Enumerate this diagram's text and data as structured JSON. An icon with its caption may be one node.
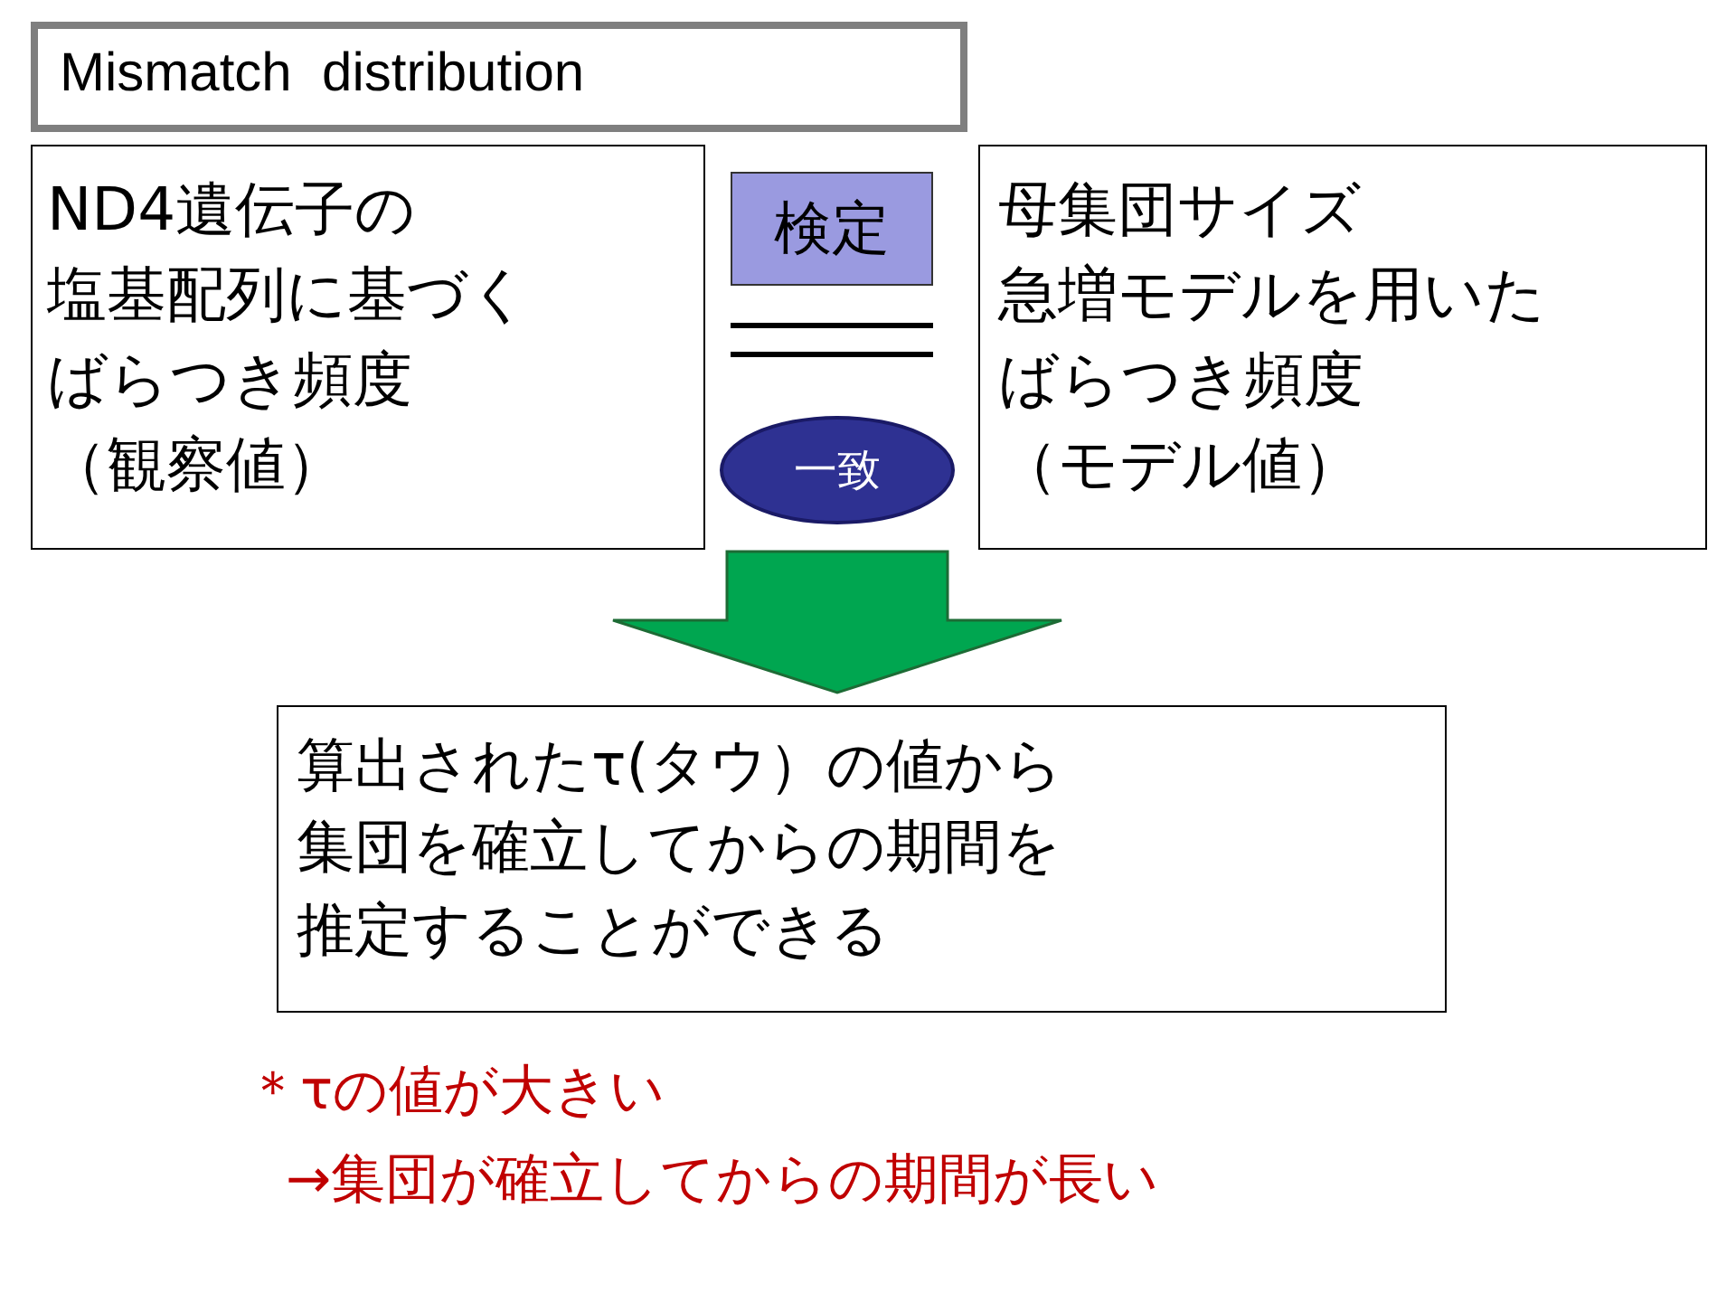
{
  "diagram": {
    "title": "Mismatch  distribution",
    "nodes": [
      {
        "text": [
          "ND4遺伝子の塩基配列に基づくばらつき頻度（観察値）"
        ]
      },
      {
        "text": [
          "検定"
        ]
      },
      {
        "text": [
          "一致"
        ]
      },
      {
        "text": [
          "母集団サイズ急増モデルを用いたばらつき頻度（モデル値）"
        ]
      },
      {
        "text": [
          "算出されたτ(タウ）の値から集団を確立してからの期間を推定することができる"
        ]
      }
    ],
    "edges": [
      {
        "from": 2,
        "to": 4,
        "arrow": "to",
        "style": "thick",
        "color": "#00a650"
      }
    ],
    "labels": [
      "＊τの値が大きい",
      "→集団が確立してからの期間が長い"
    ]
  }
}
